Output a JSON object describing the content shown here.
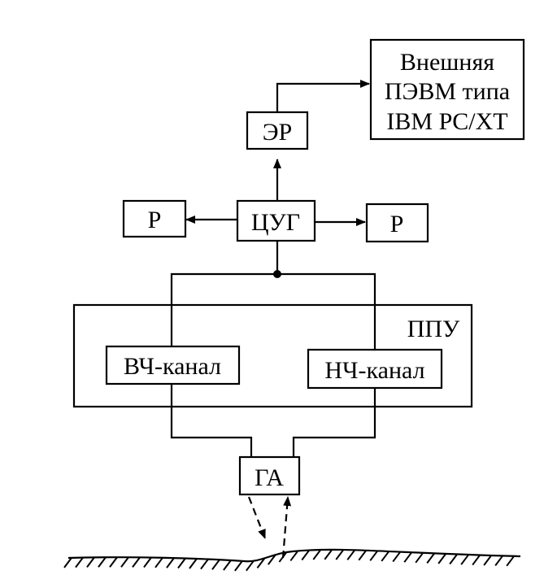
{
  "diagram": {
    "nodes": {
      "external_pc": {
        "lines": [
          "Внешняя",
          "ПЭВМ типа",
          "IBM PC/XT"
        ]
      },
      "er": {
        "label": "ЭР"
      },
      "tsug": {
        "label": "ЦУГ"
      },
      "r_left": {
        "label": "Р"
      },
      "r_right": {
        "label": "Р"
      },
      "ppu": {
        "label": "ППУ"
      },
      "hf_channel": {
        "label": "ВЧ-канал"
      },
      "lf_channel": {
        "label": "НЧ-канал"
      },
      "ga": {
        "label": "ГА"
      }
    },
    "edges": [
      {
        "from": "tsug",
        "to": "er",
        "style": "arrow"
      },
      {
        "from": "er",
        "to": "external_pc",
        "style": "arrow"
      },
      {
        "from": "tsug",
        "to": "r_left",
        "style": "arrow"
      },
      {
        "from": "tsug",
        "to": "r_right",
        "style": "arrow"
      },
      {
        "from": "tsug",
        "to": "hf_channel",
        "style": "line"
      },
      {
        "from": "tsug",
        "to": "lf_channel",
        "style": "line"
      },
      {
        "from": "hf_channel",
        "to": "ga",
        "style": "line"
      },
      {
        "from": "lf_channel",
        "to": "ga",
        "style": "line"
      },
      {
        "from": "ga",
        "to": "seabed",
        "style": "dashed-arrow-both"
      }
    ],
    "colors": {
      "ink": "#000000",
      "background": "#ffffff"
    }
  }
}
